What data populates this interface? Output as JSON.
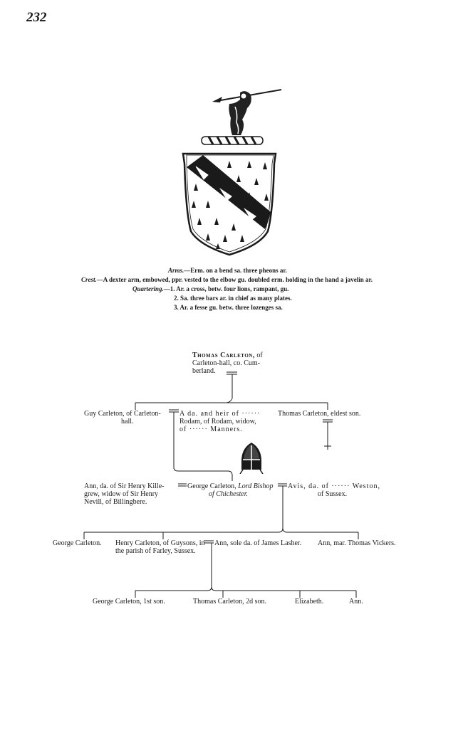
{
  "page_number": "232",
  "arms": {
    "arms_label": "Arms.",
    "arms_text": "—Erm. on a bend sa. three pheons ar.",
    "crest_label": "Crest.",
    "crest_text": "—A dexter arm, embowed, ppr. vested to the elbow gu. doubled erm. holding in the hand a javelin ar.",
    "quartering_label": "Quartering.",
    "quartering_1": "—1. Ar. a cross, betw. four lions, rampant, gu.",
    "quartering_2": "2. Sa. three bars ar. in chief as many plates.",
    "quartering_3": "3. Ar. a fesse gu. betw. three lozenges sa."
  },
  "pedigree": {
    "thomas_senior_name": "Thomas Carleton,",
    "thomas_senior_line1": "of",
    "thomas_senior_line2": "Carleton-hall, co. Cum-",
    "thomas_senior_line3": "berland.",
    "guy_line1": "Guy Carleton, of Carleton-",
    "guy_line2": "hall.",
    "heir_line1": "A da. and heir of ······",
    "heir_line2": "Rodam, of Rodam, widow,",
    "heir_line3": "of ······ Manners.",
    "thomas_eldest": "Thomas Carleton, eldest son.",
    "ann_killegrew_line1": "Ann, da. of Sir Henry Kille-",
    "ann_killegrew_line2": "grew, widow of Sir Henry",
    "ann_killegrew_line3": "Nevill, of Billingbere.",
    "george_bishop_name": "George Carleton,",
    "george_bishop_title": "Lord Bishop",
    "george_bishop_see": "of Chichester.",
    "avis_line1": "Avis, da. of ······ Weston,",
    "avis_line2": "of Sussex.",
    "george_son": "George Carleton.",
    "henry_line1": "Henry Carleton, of Guysons, in",
    "henry_line2": "the parish of Farley, Sussex.",
    "ann_lasher": "Ann, sole da. of James Lasher.",
    "ann_vickers": "Ann, mar. Thomas Vickers.",
    "george_1st": "George Carleton, 1st son.",
    "thomas_2d": "Thomas Carleton, 2d son.",
    "elizabeth": "Elizabeth.",
    "ann_child": "Ann."
  }
}
